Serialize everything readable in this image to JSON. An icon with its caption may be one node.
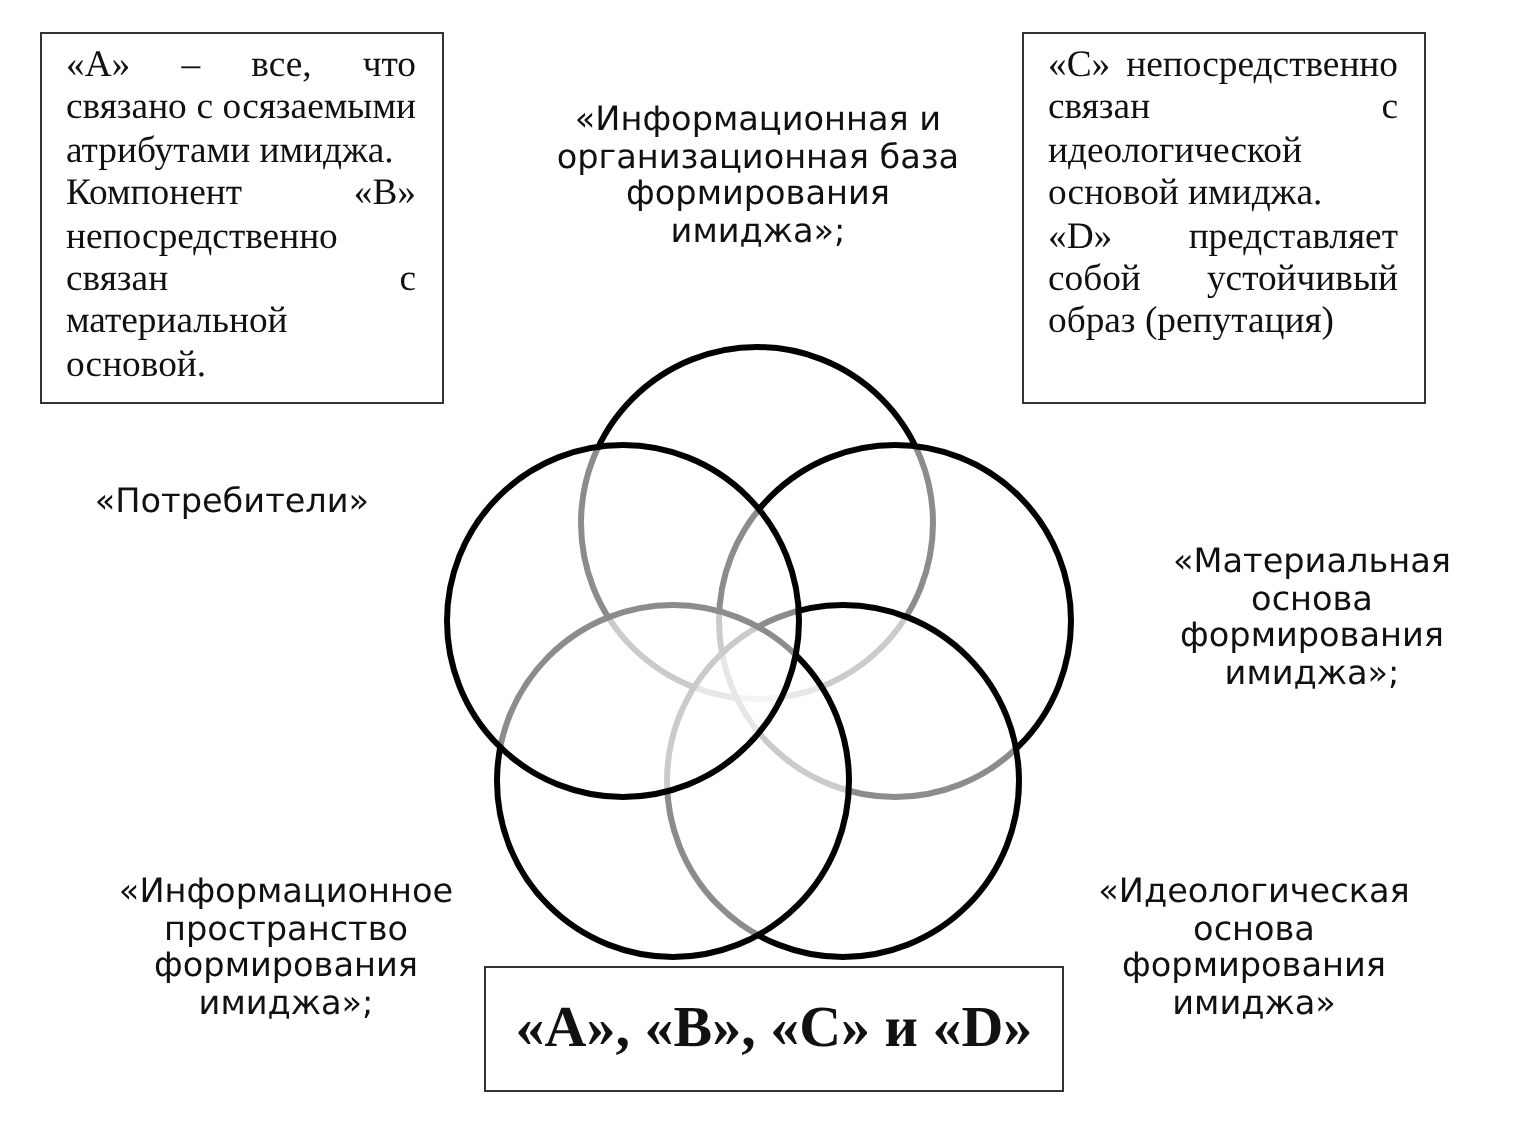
{
  "diagram": {
    "nodes": [
      {
        "text": [
          "«A» – все, что связано с осязаемыми атрибутами имиджа.",
          "Компонент «B» непосредственно связан с материальной основой."
        ]
      },
      {
        "text": [
          "«C» непосредственно связан с идеологической основой имиджа.",
          "«D» представляет собой устойчивый образ (репутация)"
        ]
      },
      {
        "text": [],
        "shape": "circle"
      },
      {
        "text": [],
        "shape": "circle"
      },
      {
        "text": [],
        "shape": "circle"
      },
      {
        "text": [],
        "shape": "circle"
      },
      {
        "text": [],
        "shape": "circle"
      },
      {
        "text": [
          "«A», «B», «C» и «D»"
        ]
      }
    ],
    "labels": [
      "«Информационная и организационная база формирования имиджа»;",
      "«Потребители»",
      "«Материальная основа формирования имиджа»;",
      "«Информационное пространство формирования имиджа»;",
      "«Идеологическая основа формирования имиджа»"
    ]
  }
}
